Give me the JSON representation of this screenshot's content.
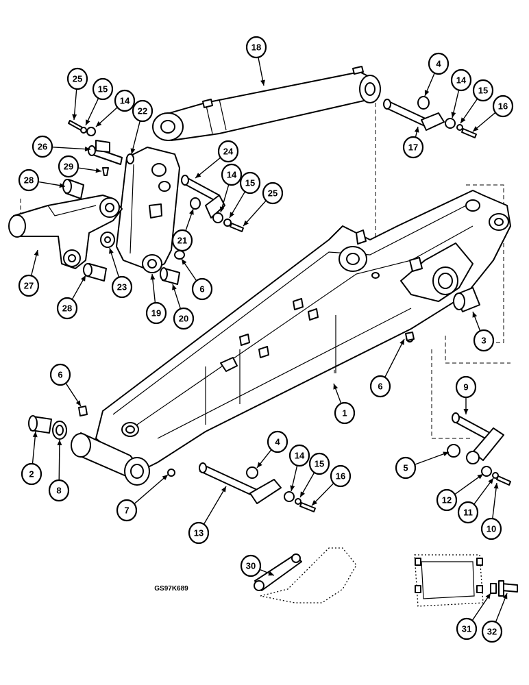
{
  "figure": {
    "reference_code": "GS97K689",
    "callouts": [
      {
        "label": "1"
      },
      {
        "label": "2"
      },
      {
        "label": "3"
      },
      {
        "label": "4"
      },
      {
        "label": "4"
      },
      {
        "label": "5"
      },
      {
        "label": "6"
      },
      {
        "label": "6"
      },
      {
        "label": "6"
      },
      {
        "label": "7"
      },
      {
        "label": "8"
      },
      {
        "label": "9"
      },
      {
        "label": "10"
      },
      {
        "label": "11"
      },
      {
        "label": "12"
      },
      {
        "label": "13"
      },
      {
        "label": "14"
      },
      {
        "label": "14"
      },
      {
        "label": "14"
      },
      {
        "label": "14"
      },
      {
        "label": "15"
      },
      {
        "label": "15"
      },
      {
        "label": "15"
      },
      {
        "label": "15"
      },
      {
        "label": "16"
      },
      {
        "label": "16"
      },
      {
        "label": "17"
      },
      {
        "label": "18"
      },
      {
        "label": "19"
      },
      {
        "label": "20"
      },
      {
        "label": "21"
      },
      {
        "label": "22"
      },
      {
        "label": "23"
      },
      {
        "label": "24"
      },
      {
        "label": "25"
      },
      {
        "label": "25"
      },
      {
        "label": "26"
      },
      {
        "label": "27"
      },
      {
        "label": "28"
      },
      {
        "label": "28"
      },
      {
        "label": "29"
      },
      {
        "label": "30"
      },
      {
        "label": "31"
      },
      {
        "label": "32"
      }
    ]
  }
}
